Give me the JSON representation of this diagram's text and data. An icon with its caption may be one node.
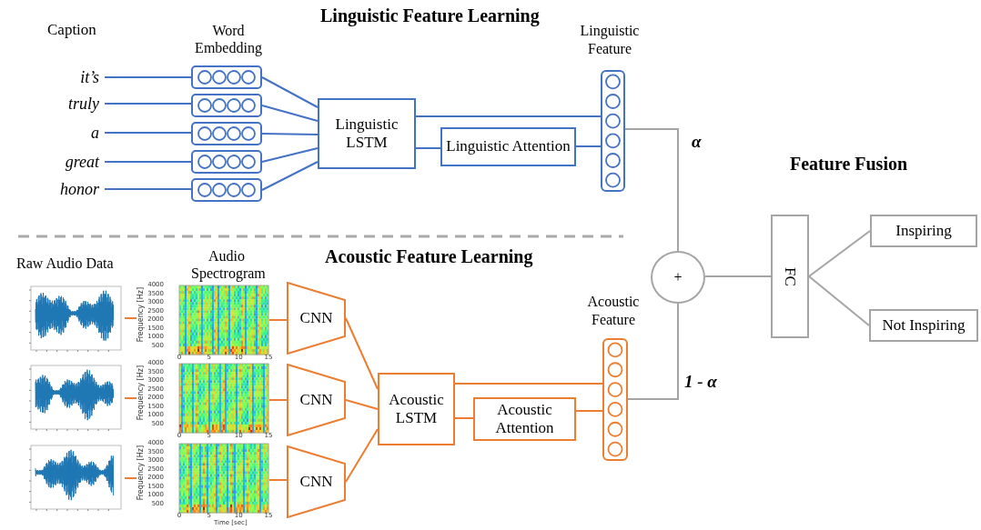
{
  "diagram": {
    "nodes": [
      {
        "text": [
          "it’s"
        ]
      },
      {
        "text": [
          "truly"
        ]
      },
      {
        "text": [
          "a"
        ]
      },
      {
        "text": [
          "great"
        ]
      },
      {
        "text": [
          "honor"
        ]
      },
      {
        "text": [],
        "shape": "box"
      },
      {
        "text": [],
        "shape": "box"
      },
      {
        "text": [],
        "shape": "box"
      },
      {
        "text": [],
        "shape": "box"
      },
      {
        "text": [],
        "shape": "box"
      },
      {
        "text": [
          "Linguistic LSTM"
        ]
      },
      {
        "text": [
          "Linguistic Attention"
        ]
      },
      {
        "text": [
          "Linguistic Feature"
        ]
      },
      {
        "text": [],
        "shape": "picture"
      },
      {
        "text": [],
        "shape": "picture"
      },
      {
        "text": [],
        "shape": "picture"
      },
      {
        "text": [],
        "shape": "picture",
        "beside": [
          "4000",
          "3500",
          "3000",
          "2500",
          "2000",
          "1500",
          "1000",
          "500",
          "Frequency [Hz]",
          "0",
          "5",
          "10",
          "15"
        ]
      },
      {
        "text": [],
        "shape": "picture",
        "beside": [
          "4000",
          "3500",
          "3000",
          "2500",
          "2000",
          "1500",
          "1000",
          "500",
          "Frequency [Hz]",
          "0",
          "5",
          "10",
          "15"
        ]
      },
      {
        "text": [],
        "shape": "picture",
        "beside": [
          "4000",
          "3500",
          "3000",
          "2500",
          "2000",
          "1500",
          "1000",
          "500",
          "Frequency [Hz]",
          "0",
          "5",
          "10",
          "15",
          "Time [sec]"
        ]
      },
      {
        "text": [
          "CNN"
        ]
      },
      {
        "text": [
          "CNN"
        ]
      },
      {
        "text": [
          "CNN"
        ]
      },
      {
        "text": [
          "Acoustic LSTM"
        ]
      },
      {
        "text": [
          "Acoustic Attention"
        ]
      },
      {
        "text": [
          "Acoustic Feature"
        ]
      },
      {
        "text": [
          "+"
        ]
      },
      {
        "text": [
          "FC"
        ]
      },
      {
        "text": [
          "Inspiring"
        ]
      },
      {
        "text": [
          "Not Inspiring"
        ]
      }
    ],
    "edges": [
      {
        "from": 0,
        "to": 5,
        "arrow": "none"
      },
      {
        "from": 1,
        "to": 6,
        "arrow": "none"
      },
      {
        "from": 2,
        "to": 7,
        "arrow": "none"
      },
      {
        "from": 3,
        "to": 8,
        "arrow": "none"
      },
      {
        "from": 4,
        "to": 9,
        "arrow": "none"
      },
      {
        "from": 5,
        "to": 10,
        "arrow": "none"
      },
      {
        "from": 6,
        "to": 10,
        "arrow": "none"
      },
      {
        "from": 7,
        "to": 10,
        "arrow": "none"
      },
      {
        "from": 8,
        "to": 10,
        "arrow": "none"
      },
      {
        "from": 9,
        "to": 10,
        "arrow": "none"
      },
      {
        "from": 10,
        "to": 12,
        "arrow": "none"
      },
      {
        "from": 10,
        "to": 11,
        "arrow": "none"
      },
      {
        "from": 11,
        "to": 12,
        "arrow": "none"
      },
      {
        "from": 13,
        "to": 16,
        "arrow": "none",
        "color": "#ed7d31"
      },
      {
        "from": 14,
        "to": 17,
        "arrow": "none",
        "color": "#ed7d31"
      },
      {
        "from": 15,
        "to": 18,
        "arrow": "none",
        "color": "#ed7d31"
      },
      {
        "from": 16,
        "to": 19,
        "arrow": "none",
        "color": "#ed7d31"
      },
      {
        "from": 17,
        "to": 20,
        "arrow": "none",
        "color": "#ed7d31"
      },
      {
        "from": 18,
        "to": 21,
        "arrow": "none",
        "color": "#ed7d31"
      },
      {
        "from": 19,
        "to": 22,
        "arrow": "none",
        "color": "#ed7d31"
      },
      {
        "from": 20,
        "to": 22,
        "arrow": "none",
        "color": "#ed7d31"
      },
      {
        "from": 21,
        "to": 22,
        "arrow": "none",
        "color": "#ed7d31"
      },
      {
        "from": 22,
        "to": 24,
        "arrow": "none",
        "color": "#ed7d31"
      },
      {
        "from": 22,
        "to": 23,
        "arrow": "none",
        "color": "#ed7d31"
      },
      {
        "from": 23,
        "to": 24,
        "arrow": "none",
        "color": "#ed7d31"
      },
      {
        "from": 12,
        "to": 25,
        "arrow": "none",
        "label": "α",
        "color": "#a5a5a5"
      },
      {
        "from": 24,
        "to": 25,
        "arrow": "none",
        "label": "1 - α",
        "color": "#a5a5a5"
      },
      {
        "from": 25,
        "to": 26,
        "arrow": "none",
        "color": "#a5a5a5"
      },
      {
        "from": 26,
        "to": 27,
        "arrow": "none",
        "color": "#a5a5a5"
      },
      {
        "from": 26,
        "to": 28,
        "arrow": "none",
        "color": "#a5a5a5"
      }
    ],
    "labels": [
      "Linguistic Feature Learning",
      "Caption",
      "Word Embedding",
      "Feature Fusion",
      "Raw Audio Data",
      "Audio Spectrogram",
      "Acoustic Feature Learning"
    ]
  }
}
